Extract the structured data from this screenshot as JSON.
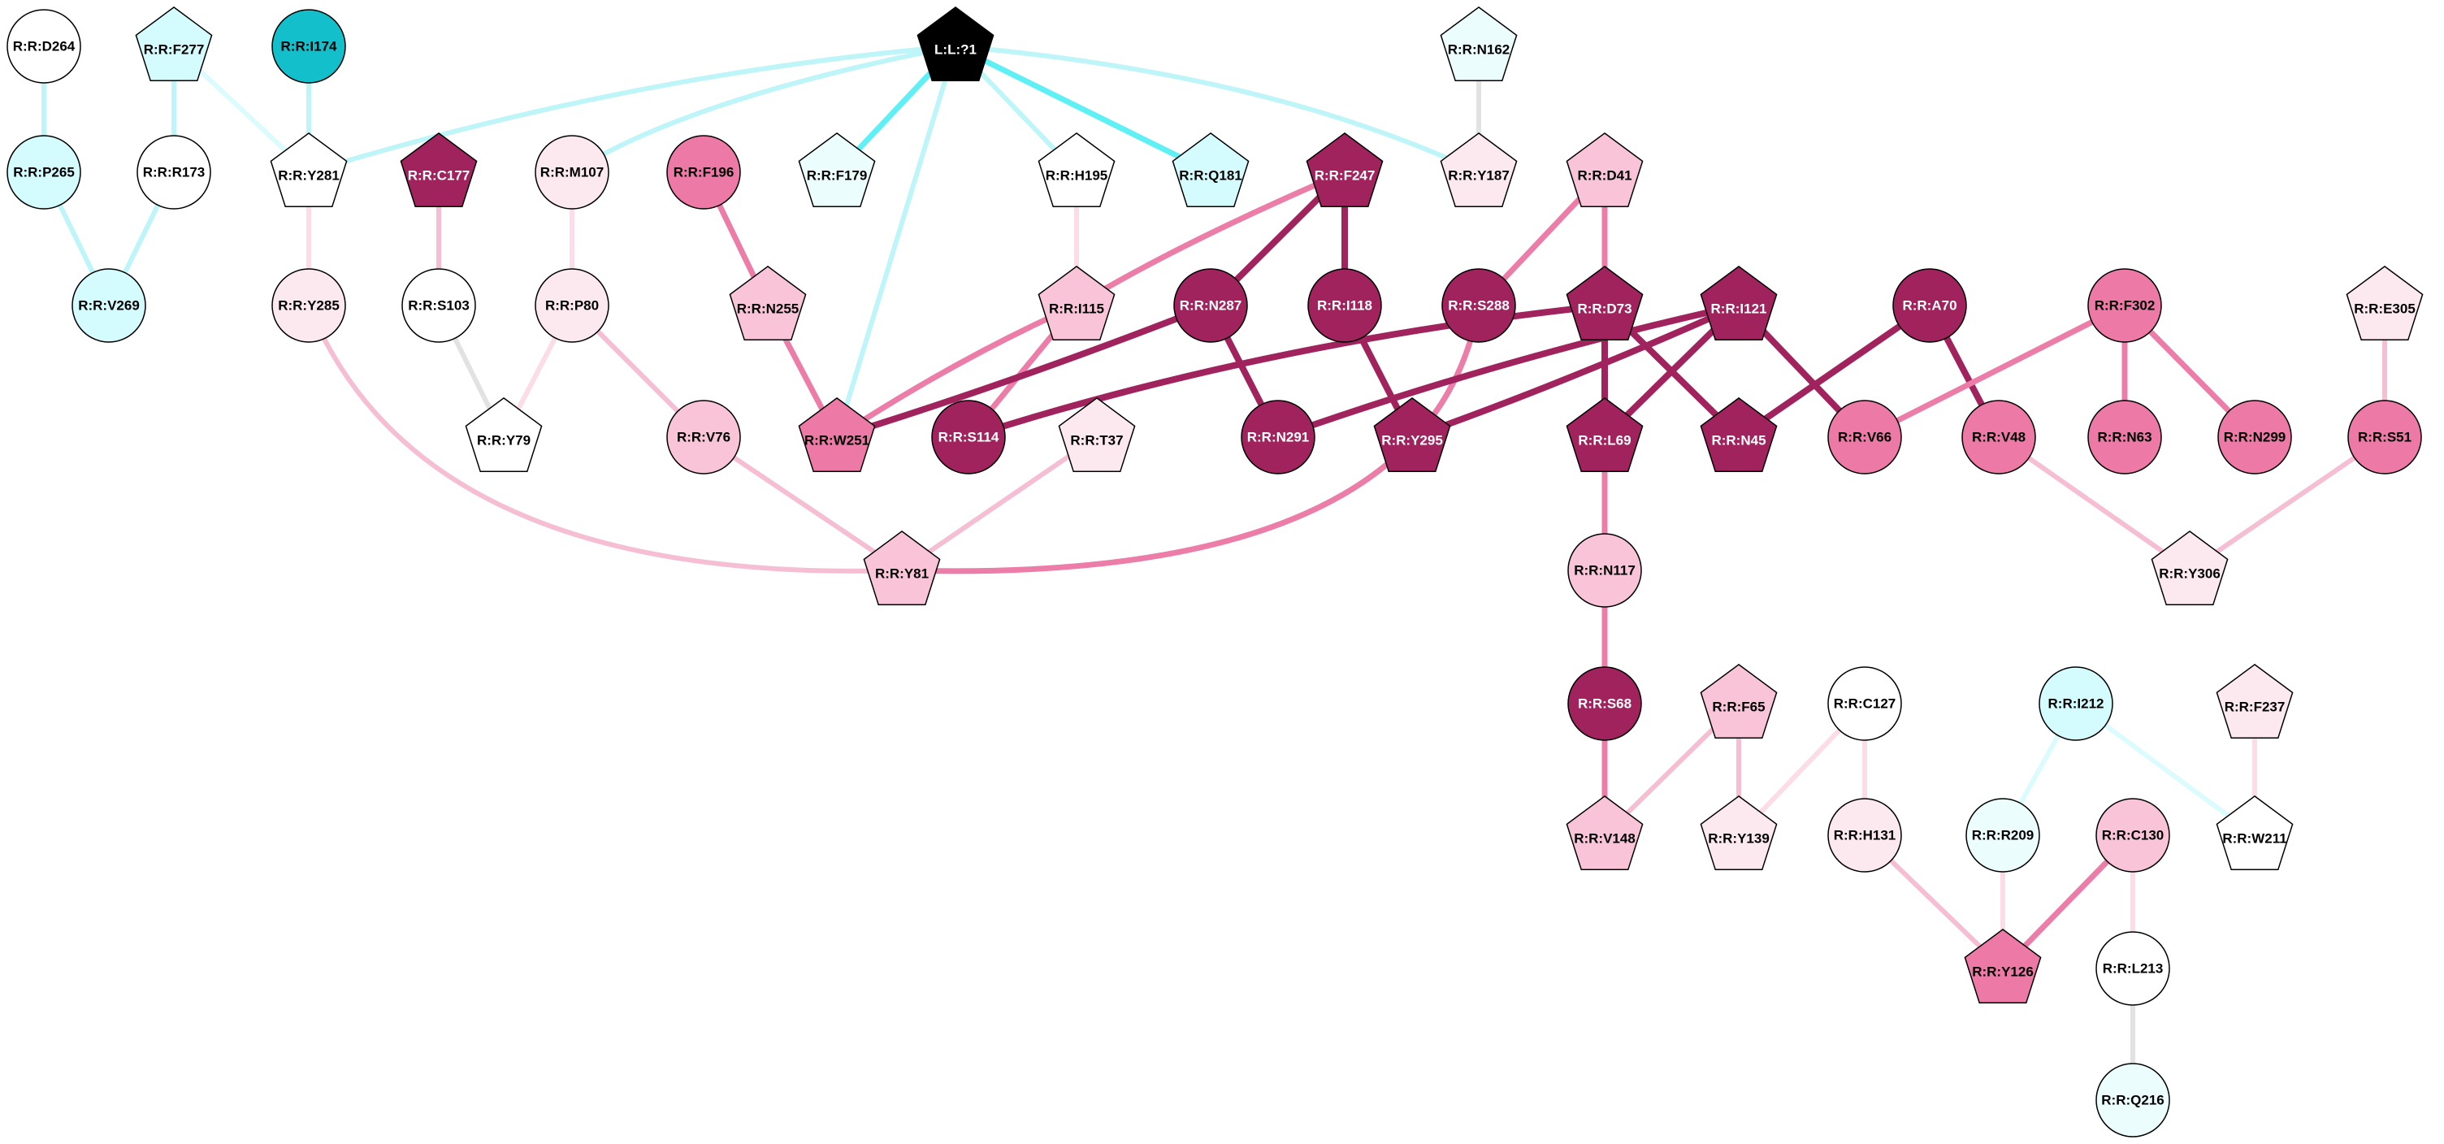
{
  "colors": {
    "ligand": "#000000",
    "cyan_strong": "#12BFCB",
    "cyan_light": "#D4FBFD",
    "cyan_pale": "#EBFDFD",
    "white": "#FFFFFF",
    "pink_pale": "#FCE9F0",
    "pink_light": "#F9C4D8",
    "pink_mid": "#EC79A6",
    "maroon": "#A0235D",
    "edge_cyan_strong": "#5FF0F5",
    "edge_cyan": "#BDF5F8",
    "edge_cyan_pale": "#DCFBFC",
    "edge_grey": "#E2E2E2",
    "edge_pink_pale": "#FBDCE7",
    "edge_pink_light": "#F5BED3",
    "edge_pink_mid": "#EC7CA8",
    "edge_maroon": "#A0235D"
  },
  "nodes": [
    {
      "id": "L:L:?1",
      "label": "L:L:?1",
      "shape": "pentagon",
      "fill": "ligand"
    },
    {
      "id": "D264",
      "label": "R:R:D264",
      "shape": "circle",
      "fill": "white"
    },
    {
      "id": "F277",
      "label": "R:R:F277",
      "shape": "pentagon",
      "fill": "cyan_light"
    },
    {
      "id": "I174",
      "label": "R:R:I174",
      "shape": "circle",
      "fill": "cyan_strong"
    },
    {
      "id": "N162",
      "label": "R:R:N162",
      "shape": "pentagon",
      "fill": "cyan_pale"
    },
    {
      "id": "P265",
      "label": "R:R:P265",
      "shape": "circle",
      "fill": "cyan_light"
    },
    {
      "id": "R173",
      "label": "R:R:R173",
      "shape": "circle",
      "fill": "white"
    },
    {
      "id": "Y281",
      "label": "R:R:Y281",
      "shape": "pentagon",
      "fill": "white"
    },
    {
      "id": "C177",
      "label": "R:R:C177",
      "shape": "pentagon",
      "fill": "maroon"
    },
    {
      "id": "M107",
      "label": "R:R:M107",
      "shape": "circle",
      "fill": "pink_pale"
    },
    {
      "id": "F196",
      "label": "R:R:F196",
      "shape": "circle",
      "fill": "pink_mid"
    },
    {
      "id": "F179",
      "label": "R:R:F179",
      "shape": "pentagon",
      "fill": "cyan_pale"
    },
    {
      "id": "H195",
      "label": "R:R:H195",
      "shape": "pentagon",
      "fill": "white"
    },
    {
      "id": "Q181",
      "label": "R:R:Q181",
      "shape": "pentagon",
      "fill": "cyan_light"
    },
    {
      "id": "F247",
      "label": "R:R:F247",
      "shape": "pentagon",
      "fill": "maroon"
    },
    {
      "id": "Y187",
      "label": "R:R:Y187",
      "shape": "pentagon",
      "fill": "pink_pale"
    },
    {
      "id": "D41",
      "label": "R:R:D41",
      "shape": "pentagon",
      "fill": "pink_light"
    },
    {
      "id": "V269",
      "label": "R:R:V269",
      "shape": "circle",
      "fill": "cyan_light"
    },
    {
      "id": "Y285",
      "label": "R:R:Y285",
      "shape": "circle",
      "fill": "pink_pale"
    },
    {
      "id": "S103",
      "label": "R:R:S103",
      "shape": "circle",
      "fill": "white"
    },
    {
      "id": "P80",
      "label": "R:R:P80",
      "shape": "circle",
      "fill": "pink_pale"
    },
    {
      "id": "N255",
      "label": "R:R:N255",
      "shape": "pentagon",
      "fill": "pink_light"
    },
    {
      "id": "I115",
      "label": "R:R:I115",
      "shape": "pentagon",
      "fill": "pink_light"
    },
    {
      "id": "N287",
      "label": "R:R:N287",
      "shape": "circle",
      "fill": "maroon"
    },
    {
      "id": "I118",
      "label": "R:R:I118",
      "shape": "circle",
      "fill": "maroon"
    },
    {
      "id": "S288",
      "label": "R:R:S288",
      "shape": "circle",
      "fill": "maroon"
    },
    {
      "id": "D73",
      "label": "R:R:D73",
      "shape": "pentagon",
      "fill": "maroon"
    },
    {
      "id": "I121",
      "label": "R:R:I121",
      "shape": "pentagon",
      "fill": "maroon"
    },
    {
      "id": "A70",
      "label": "R:R:A70",
      "shape": "circle",
      "fill": "maroon"
    },
    {
      "id": "F302",
      "label": "R:R:F302",
      "shape": "circle",
      "fill": "pink_mid"
    },
    {
      "id": "E305",
      "label": "R:R:E305",
      "shape": "pentagon",
      "fill": "pink_pale"
    },
    {
      "id": "Y79",
      "label": "R:R:Y79",
      "shape": "pentagon",
      "fill": "white"
    },
    {
      "id": "V76",
      "label": "R:R:V76",
      "shape": "circle",
      "fill": "pink_light"
    },
    {
      "id": "W251",
      "label": "R:R:W251",
      "shape": "pentagon",
      "fill": "pink_mid"
    },
    {
      "id": "S114",
      "label": "R:R:S114",
      "shape": "circle",
      "fill": "maroon"
    },
    {
      "id": "T37",
      "label": "R:R:T37",
      "shape": "pentagon",
      "fill": "pink_pale"
    },
    {
      "id": "N291",
      "label": "R:R:N291",
      "shape": "circle",
      "fill": "maroon"
    },
    {
      "id": "Y295",
      "label": "R:R:Y295",
      "shape": "pentagon",
      "fill": "maroon"
    },
    {
      "id": "L69",
      "label": "R:R:L69",
      "shape": "pentagon",
      "fill": "maroon"
    },
    {
      "id": "N45",
      "label": "R:R:N45",
      "shape": "pentagon",
      "fill": "maroon"
    },
    {
      "id": "V66",
      "label": "R:R:V66",
      "shape": "circle",
      "fill": "pink_mid"
    },
    {
      "id": "V48",
      "label": "R:R:V48",
      "shape": "circle",
      "fill": "pink_mid"
    },
    {
      "id": "N63",
      "label": "R:R:N63",
      "shape": "circle",
      "fill": "pink_mid"
    },
    {
      "id": "N299",
      "label": "R:R:N299",
      "shape": "circle",
      "fill": "pink_mid"
    },
    {
      "id": "S51",
      "label": "R:R:S51",
      "shape": "circle",
      "fill": "pink_mid"
    },
    {
      "id": "Y81",
      "label": "R:R:Y81",
      "shape": "pentagon",
      "fill": "pink_light"
    },
    {
      "id": "Y306",
      "label": "R:R:Y306",
      "shape": "pentagon",
      "fill": "pink_pale"
    },
    {
      "id": "N117",
      "label": "R:R:N117",
      "shape": "circle",
      "fill": "pink_light"
    },
    {
      "id": "S68",
      "label": "R:R:S68",
      "shape": "circle",
      "fill": "maroon"
    },
    {
      "id": "F65",
      "label": "R:R:F65",
      "shape": "pentagon",
      "fill": "pink_light"
    },
    {
      "id": "C127",
      "label": "R:R:C127",
      "shape": "circle",
      "fill": "white"
    },
    {
      "id": "I212",
      "label": "R:R:I212",
      "shape": "circle",
      "fill": "cyan_light"
    },
    {
      "id": "F237",
      "label": "R:R:F237",
      "shape": "pentagon",
      "fill": "pink_pale"
    },
    {
      "id": "V148",
      "label": "R:R:V148",
      "shape": "pentagon",
      "fill": "pink_light"
    },
    {
      "id": "Y139",
      "label": "R:R:Y139",
      "shape": "pentagon",
      "fill": "pink_pale"
    },
    {
      "id": "H131",
      "label": "R:R:H131",
      "shape": "circle",
      "fill": "pink_pale"
    },
    {
      "id": "R209",
      "label": "R:R:R209",
      "shape": "circle",
      "fill": "cyan_pale"
    },
    {
      "id": "C130",
      "label": "R:R:C130",
      "shape": "circle",
      "fill": "pink_light"
    },
    {
      "id": "W211",
      "label": "R:R:W211",
      "shape": "pentagon",
      "fill": "white"
    },
    {
      "id": "Y126",
      "label": "R:R:Y126",
      "shape": "pentagon",
      "fill": "pink_mid"
    },
    {
      "id": "L213",
      "label": "R:R:L213",
      "shape": "circle",
      "fill": "white"
    },
    {
      "id": "Q216",
      "label": "R:R:Q216",
      "shape": "circle",
      "fill": "cyan_pale"
    }
  ],
  "edges": [
    {
      "from": "L:L:?1",
      "to": "Y281",
      "color": "edge_cyan"
    },
    {
      "from": "L:L:?1",
      "to": "M107",
      "color": "edge_cyan"
    },
    {
      "from": "L:L:?1",
      "to": "F179",
      "color": "edge_cyan_strong"
    },
    {
      "from": "L:L:?1",
      "to": "H195",
      "color": "edge_cyan"
    },
    {
      "from": "L:L:?1",
      "to": "Q181",
      "color": "edge_cyan_strong"
    },
    {
      "from": "L:L:?1",
      "to": "Y187",
      "color": "edge_cyan"
    },
    {
      "from": "L:L:?1",
      "to": "W251",
      "color": "edge_cyan"
    },
    {
      "from": "D264",
      "to": "P265",
      "color": "edge_cyan"
    },
    {
      "from": "P265",
      "to": "V269",
      "color": "edge_cyan"
    },
    {
      "from": "R173",
      "to": "V269",
      "color": "edge_cyan"
    },
    {
      "from": "F277",
      "to": "R173",
      "color": "edge_cyan"
    },
    {
      "from": "F277",
      "to": "Y281",
      "color": "edge_cyan_pale"
    },
    {
      "from": "I174",
      "to": "Y281",
      "color": "edge_cyan"
    },
    {
      "from": "N162",
      "to": "Y187",
      "color": "edge_grey"
    },
    {
      "from": "Y281",
      "to": "Y285",
      "color": "edge_pink_pale"
    },
    {
      "from": "Y285",
      "to": "Y81",
      "color": "edge_pink_light"
    },
    {
      "from": "C177",
      "to": "S103",
      "color": "edge_pink_light"
    },
    {
      "from": "S103",
      "to": "Y79",
      "color": "edge_grey"
    },
    {
      "from": "M107",
      "to": "P80",
      "color": "edge_pink_pale"
    },
    {
      "from": "P80",
      "to": "Y79",
      "color": "edge_pink_pale"
    },
    {
      "from": "P80",
      "to": "V76",
      "color": "edge_pink_light"
    },
    {
      "from": "V76",
      "to": "Y81",
      "color": "edge_pink_light"
    },
    {
      "from": "T37",
      "to": "Y81",
      "color": "edge_pink_light"
    },
    {
      "from": "S288",
      "to": "Y81",
      "color": "edge_pink_mid"
    },
    {
      "from": "F196",
      "to": "N255",
      "color": "edge_pink_mid"
    },
    {
      "from": "N255",
      "to": "W251",
      "color": "edge_pink_mid"
    },
    {
      "from": "H195",
      "to": "I115",
      "color": "edge_pink_pale"
    },
    {
      "from": "I115",
      "to": "W251",
      "color": "edge_pink_mid"
    },
    {
      "from": "I115",
      "to": "S114",
      "color": "edge_pink_mid"
    },
    {
      "from": "F247",
      "to": "I115",
      "color": "edge_pink_mid"
    },
    {
      "from": "F247",
      "to": "N287",
      "color": "edge_maroon"
    },
    {
      "from": "F247",
      "to": "I118",
      "color": "edge_maroon"
    },
    {
      "from": "N287",
      "to": "W251",
      "color": "edge_maroon"
    },
    {
      "from": "N287",
      "to": "N291",
      "color": "edge_maroon"
    },
    {
      "from": "I118",
      "to": "Y295",
      "color": "edge_maroon"
    },
    {
      "from": "D41",
      "to": "S288",
      "color": "edge_pink_mid"
    },
    {
      "from": "D41",
      "to": "D73",
      "color": "edge_pink_mid"
    },
    {
      "from": "D73",
      "to": "S114",
      "color": "edge_maroon"
    },
    {
      "from": "D73",
      "to": "L69",
      "color": "edge_maroon"
    },
    {
      "from": "D73",
      "to": "N45",
      "color": "edge_maroon"
    },
    {
      "from": "I121",
      "to": "N291",
      "color": "edge_maroon"
    },
    {
      "from": "I121",
      "to": "Y295",
      "color": "edge_maroon"
    },
    {
      "from": "I121",
      "to": "L69",
      "color": "edge_maroon"
    },
    {
      "from": "I121",
      "to": "V66",
      "color": "edge_maroon"
    },
    {
      "from": "A70",
      "to": "N45",
      "color": "edge_maroon"
    },
    {
      "from": "A70",
      "to": "V48",
      "color": "edge_maroon"
    },
    {
      "from": "F302",
      "to": "V66",
      "color": "edge_pink_mid"
    },
    {
      "from": "F302",
      "to": "N63",
      "color": "edge_pink_mid"
    },
    {
      "from": "F302",
      "to": "N299",
      "color": "edge_pink_mid"
    },
    {
      "from": "E305",
      "to": "S51",
      "color": "edge_pink_light"
    },
    {
      "from": "V48",
      "to": "Y306",
      "color": "edge_pink_light"
    },
    {
      "from": "S51",
      "to": "Y306",
      "color": "edge_pink_light"
    },
    {
      "from": "L69",
      "to": "N117",
      "color": "edge_pink_mid"
    },
    {
      "from": "N117",
      "to": "S68",
      "color": "edge_pink_mid"
    },
    {
      "from": "S68",
      "to": "V148",
      "color": "edge_pink_mid"
    },
    {
      "from": "F65",
      "to": "V148",
      "color": "edge_pink_light"
    },
    {
      "from": "F65",
      "to": "Y139",
      "color": "edge_pink_light"
    },
    {
      "from": "C127",
      "to": "Y139",
      "color": "edge_pink_pale"
    },
    {
      "from": "C127",
      "to": "H131",
      "color": "edge_pink_pale"
    },
    {
      "from": "H131",
      "to": "Y126",
      "color": "edge_pink_light"
    },
    {
      "from": "I212",
      "to": "R209",
      "color": "edge_cyan_pale"
    },
    {
      "from": "I212",
      "to": "W211",
      "color": "edge_cyan_pale"
    },
    {
      "from": "F237",
      "to": "W211",
      "color": "edge_pink_pale"
    },
    {
      "from": "R209",
      "to": "Y126",
      "color": "edge_pink_pale"
    },
    {
      "from": "C130",
      "to": "Y126",
      "color": "edge_pink_mid"
    },
    {
      "from": "C130",
      "to": "L213",
      "color": "edge_pink_pale"
    },
    {
      "from": "L213",
      "to": "Q216",
      "color": "edge_grey"
    }
  ]
}
